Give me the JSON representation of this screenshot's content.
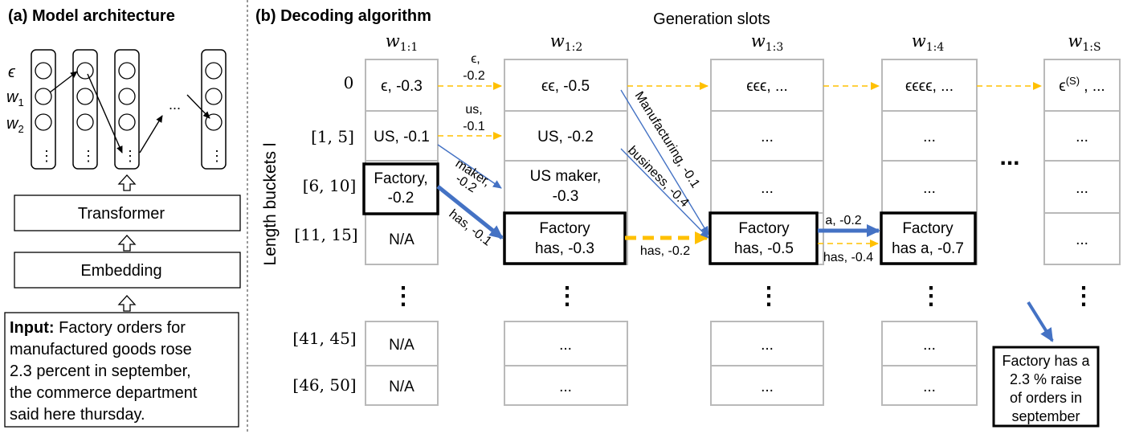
{
  "panel_a": {
    "title": "(a) Model architecture",
    "token_labels": [
      "ϵ",
      "w",
      "w"
    ],
    "token_subscripts": [
      "",
      "1",
      "2"
    ],
    "ellipsis": "⋮",
    "dots": "...",
    "transformer_label": "Transformer",
    "embedding_label": "Embedding",
    "input_bold": "Input:",
    "input_lines": [
      " Factory orders for",
      "manufactured goods rose",
      "2.3 percent in september,",
      "the commerce department",
      "said here thursday."
    ]
  },
  "panel_b": {
    "title": "(b) Decoding algorithm",
    "slots_label": "Generation slots",
    "axis_label": "Length buckets l",
    "columns": [
      {
        "base": "w",
        "sub": "1:1"
      },
      {
        "base": "w",
        "sub": "1:2"
      },
      {
        "base": "w",
        "sub": "1:3"
      },
      {
        "base": "w",
        "sub": "1:4"
      },
      {
        "base": "w",
        "sub": "1:S"
      }
    ],
    "rows": [
      "0",
      "[1, 5]",
      "[6, 10]",
      "[11, 15]",
      "[41, 45]",
      "[46, 50]"
    ],
    "vdots": "⋮",
    "hdots": "...",
    "cells": {
      "c1": [
        "ϵ, -0.3",
        "US, -0.1",
        "Factory,|-0.2",
        "N/A",
        "N/A",
        "N/A"
      ],
      "c2": [
        "ϵϵ, -0.5",
        "US, -0.2",
        "US maker,|-0.3",
        "Factory|has, -0.3",
        "...",
        "..."
      ],
      "c3": [
        "ϵϵϵ, ...",
        "...",
        "...",
        "Factory|has, -0.5",
        "...",
        "..."
      ],
      "c4": [
        "ϵϵϵϵ, ...",
        "...",
        "...",
        "Factory|has a, -0.7",
        "...",
        "..."
      ],
      "c5_first_base": "ϵ",
      "c5_first_sup": "(S)",
      "c5_first_rest": " , ...",
      "c5": [
        "...",
        "...",
        "..."
      ]
    },
    "edge_labels": {
      "eps_a": "ϵ,",
      "eps_b": "-0.2",
      "us_a": "us,",
      "us_b": "-0.1",
      "maker_a": "maker,",
      "maker_b": "-0.2",
      "has_from_factory": "has, -0.1",
      "has_mid": "has, -0.2",
      "manufacturing": "Manufacturing, -0.1",
      "business": "business, -0.4",
      "a": "a, -0.2",
      "has_last": "has, -0.4"
    },
    "output_lines": [
      "Factory has a",
      "2.3 % raise",
      "of orders in",
      "september"
    ],
    "colors": {
      "blue": "#4472c4",
      "yellow": "#ffc000",
      "grey": "#b9b9b9"
    }
  }
}
